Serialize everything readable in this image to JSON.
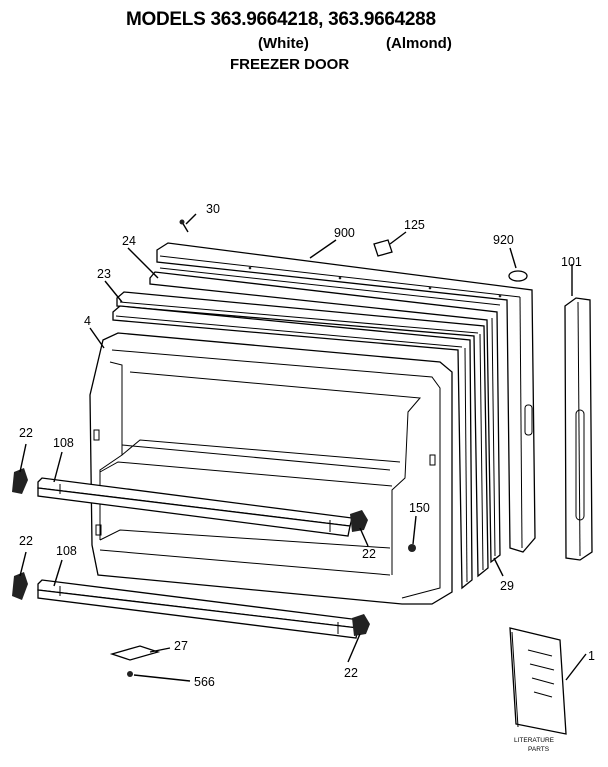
{
  "header": {
    "title": "MODELS 363.9664218, 363.9664288",
    "variant_1": "(White)",
    "variant_2": "(Almond)",
    "subtitle": "FREEZER DOOR"
  },
  "callouts": {
    "c30": "30",
    "c900": "900",
    "c125": "125",
    "c920": "920",
    "c101": "101",
    "c24": "24",
    "c23": "23",
    "c4": "4",
    "c22a": "22",
    "c108a": "108",
    "c22b": "22",
    "c108b": "108",
    "c150": "150",
    "c22c": "22",
    "c29": "29",
    "c27": "27",
    "c566": "566",
    "c22d": "22",
    "c1": "1"
  },
  "literature": {
    "label_line1": "LITERATURE",
    "label_line2": "PARTS"
  }
}
